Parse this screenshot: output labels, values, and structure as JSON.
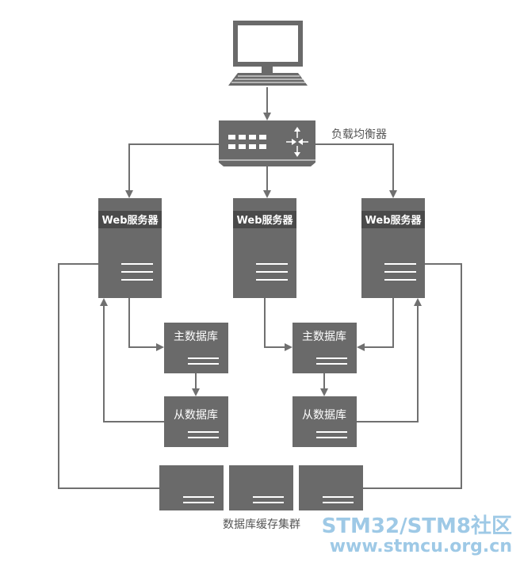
{
  "diagram": {
    "load_balancer_label": "负载均衡器",
    "web_server_label": "Web服务器",
    "master_db_label": "主数据库",
    "slave_db_label": "从数据库",
    "cache_cluster_label": "数据库缓存集群",
    "icons": [
      "computer-monitor-icon",
      "keyboard-icon",
      "network-switch-icon",
      "router-arrows-icon",
      "server-icon",
      "database-icon"
    ]
  },
  "watermark": {
    "line1": "STM32/STM8社区",
    "line2": "www.stmcu.org.cn"
  },
  "colors": {
    "node": "#6a6a6a",
    "connector": "#707070",
    "watermark": "#9ec9e6"
  }
}
